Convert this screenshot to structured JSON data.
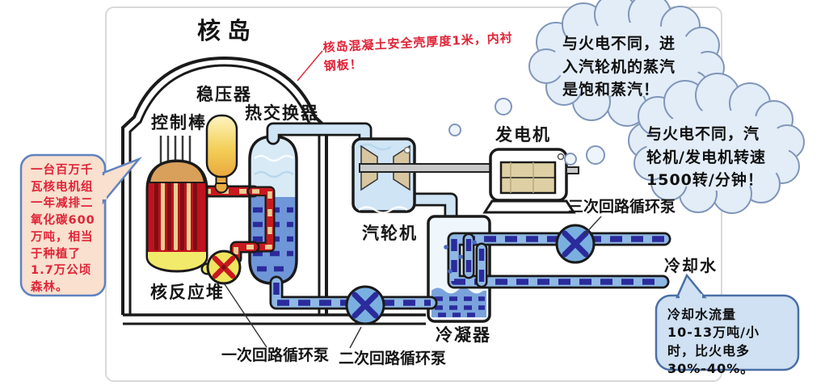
{
  "colors": {
    "pipe_red": "#c8191f",
    "pipe_red_dash": "#e9cf92",
    "pipe_blue": "#8fb8e4",
    "pipe_navy": "#2b2b9c",
    "steam_blue": "#cfe4f4",
    "machine_tan": "#d8c6a0",
    "pump_yellow": "#f0e55e",
    "reactor_red": "#c1121f",
    "reactor_yellow": "#f2ea6a",
    "cloud_fill": "#e3edf8",
    "cloud_stroke": "#8096ba",
    "pink_fill": "#f9e0cf",
    "pink_stroke": "#5f82c0",
    "blue_bubble_fill": "#cfe1f2",
    "blue_bubble_stroke": "#4a6fa5",
    "annotation_red": "#e02438",
    "label_color": "#151515"
  },
  "diagram": {
    "title": "核岛",
    "labels": {
      "control_rods": "控制棒",
      "pressurizer": "稳压器",
      "heat_exchanger": "热交换器",
      "reactor": "核反应堆",
      "turbine": "汽轮机",
      "generator": "发电机",
      "condenser": "冷凝器",
      "primary_pump": "一次回路循环泵",
      "secondary_pump": "二次回路循环泵",
      "tertiary_pump": "三次回路循环泵",
      "cooling_water": "冷却水"
    },
    "annotation_containment": "核岛混凝土安全壳厚度1米，内衬\n钢板！"
  },
  "callouts": {
    "co2_reduction": "一台百万千\n瓦核电机组\n一年减排二\n氧化碳600\n万吨，相当\n于种植了\n1.7万公顷\n森林。",
    "saturated_steam": "与火电不同，进\n入汽轮机的蒸汽\n是饱和蒸汽！",
    "rotation_speed": "与火电不同，汽\n轮机/发电机转速\n1500转/分钟！",
    "cooling_water_flow": "冷却水流量\n10-13万吨/小\n时，比火电多\n30%-40%。"
  }
}
